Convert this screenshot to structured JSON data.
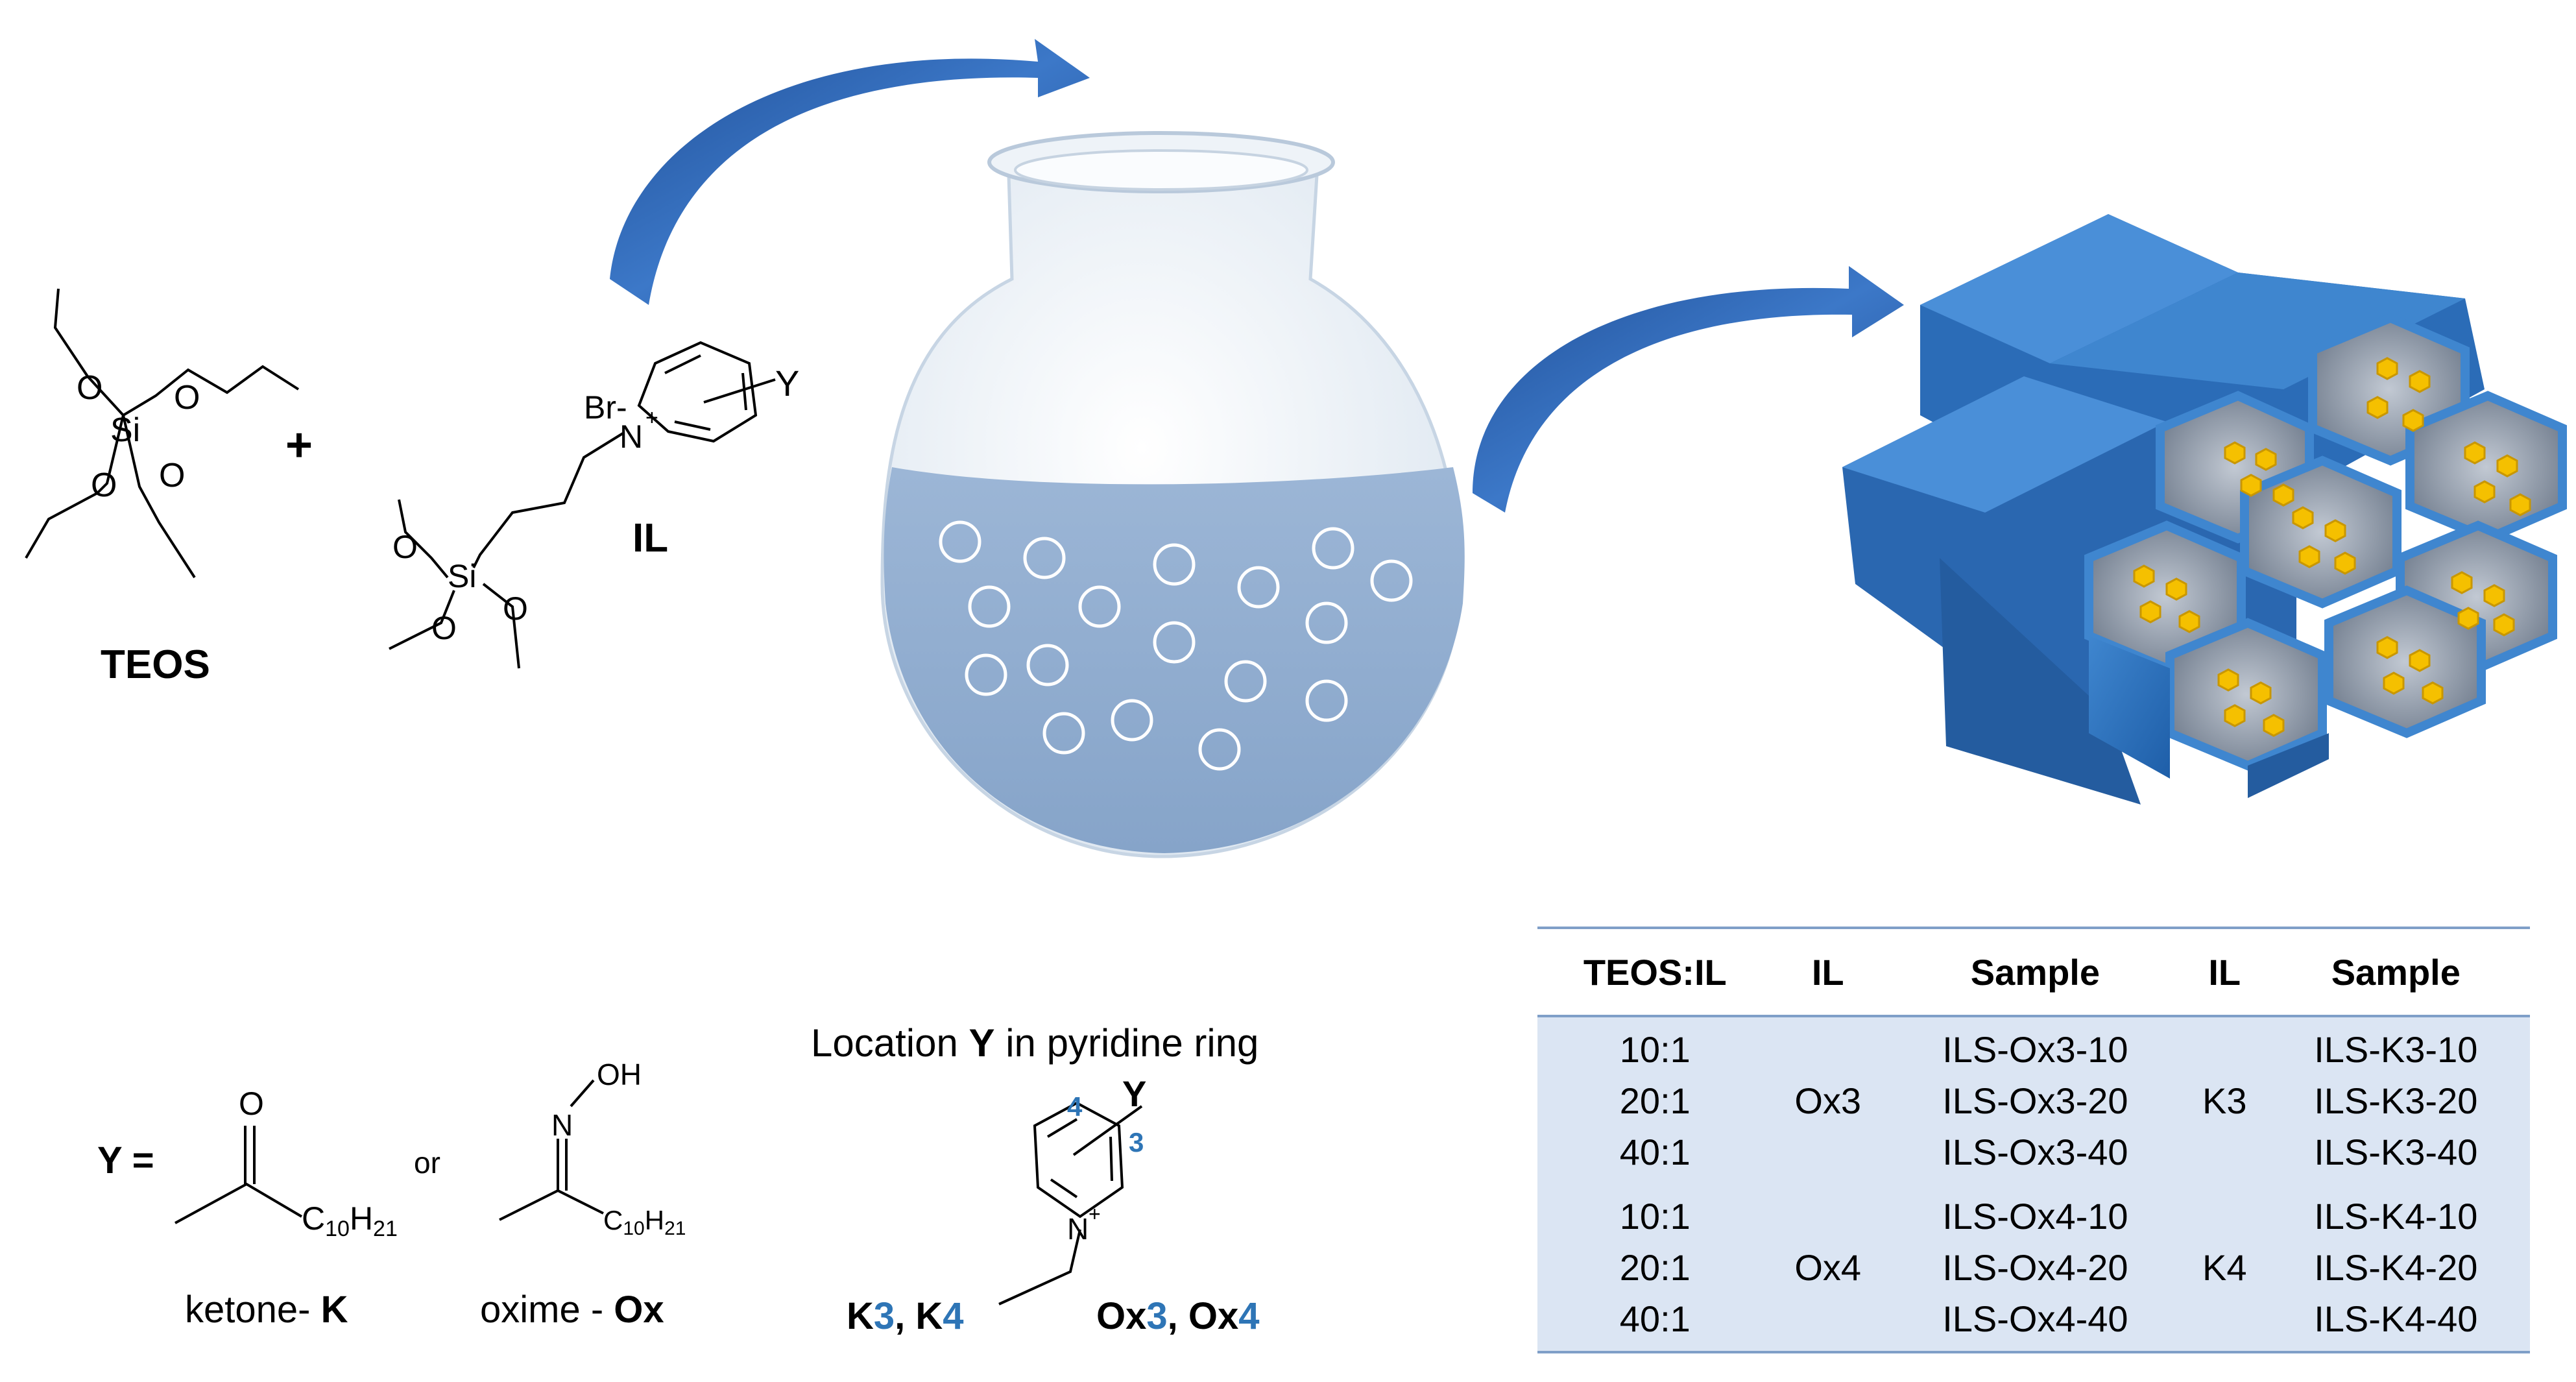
{
  "reactants": {
    "teos_label": "TEOS",
    "plus": "+",
    "il_label": "IL",
    "atoms": {
      "O": "O",
      "Si": "Si",
      "Br": "Br-",
      "N": "N",
      "plus_charge": "+",
      "Y": "Y"
    }
  },
  "substituent": {
    "y_equals": "Y =",
    "or": "or",
    "ketone_caption_prefix": "ketone- ",
    "ketone_caption_bold": "K",
    "oxime_caption_prefix": "oxime - ",
    "oxime_caption_bold": "Ox",
    "C10": "C",
    "sub10": "10",
    "H21": "H",
    "sub21": "21",
    "O": "O",
    "N": "N",
    "OH": "OH"
  },
  "location": {
    "title_prefix": "Location ",
    "title_bold": "Y",
    "title_suffix": " in pyridine ring",
    "pos4": "4",
    "pos3": "3",
    "Y": "Y",
    "N": "N",
    "charge": "+",
    "k_series": {
      "p1": "K",
      "n1": "3",
      "sep": ", ",
      "p2": "K",
      "n2": "4"
    },
    "ox_series": {
      "p1": "Ox",
      "n1": "3",
      "sep": ", ",
      "p2": "Ox",
      "n2": "4"
    }
  },
  "table": {
    "headers": [
      "TEOS:IL",
      "IL",
      "Sample",
      "IL",
      "Sample"
    ],
    "groups": [
      {
        "ratios": [
          "10:1",
          "20:1",
          "40:1"
        ],
        "il_a": "Ox3",
        "samples_a": [
          "ILS-Ox3-10",
          "ILS-Ox3-20",
          "ILS-Ox3-40"
        ],
        "il_b": "K3",
        "samples_b": [
          "ILS-K3-10",
          "ILS-K3-20",
          "ILS-K3-40"
        ]
      },
      {
        "ratios": [
          "10:1",
          "20:1",
          "40:1"
        ],
        "il_a": "Ox4",
        "samples_a": [
          "ILS-Ox4-10",
          "ILS-Ox4-20",
          "ILS-Ox4-40"
        ],
        "il_b": "K4",
        "samples_b": [
          "ILS-K4-10",
          "ILS-K4-20",
          "ILS-K4-40"
        ]
      }
    ]
  },
  "colors": {
    "arrow": "#2f5fa8",
    "liquid": "#97b3d3",
    "hexagon_side": "#2e75b6",
    "pore": "#7d8a9c",
    "ring_dot": "#f5c000",
    "table_fill": "#dbe5f3",
    "accent_number": "#2e75b6"
  }
}
